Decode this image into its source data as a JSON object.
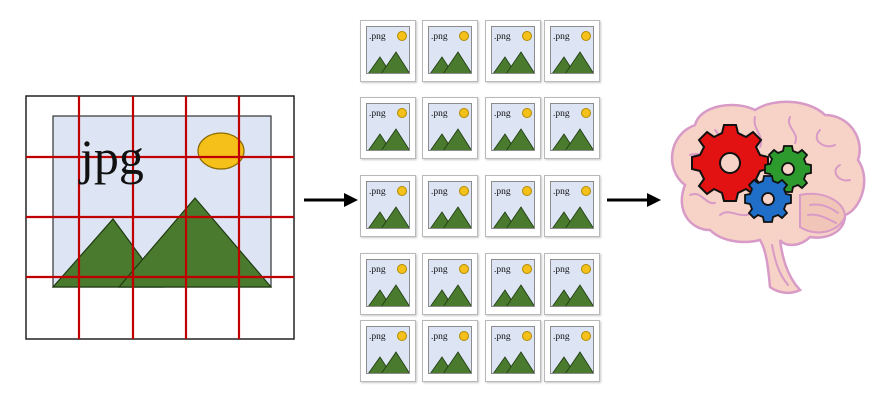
{
  "source_image": {
    "label": "jpg",
    "grid": {
      "columns": 5,
      "rows": 4
    },
    "colors": {
      "grid": "#c00000",
      "sky": "#dde5f5",
      "mountain": "#4a7a2e",
      "sun": "#f6c01a"
    }
  },
  "tiles": {
    "label": ".png",
    "rows": 5,
    "columns": 4
  },
  "arrows": [
    "arrow-1",
    "arrow-2"
  ],
  "brain": {
    "icon": "brain-with-gears-icon",
    "gear_colors": [
      "#e31212",
      "#2d9a2d",
      "#1f6fc8"
    ],
    "brain_fill": "#f6d3c6",
    "brain_outline": "#d89ac6"
  }
}
